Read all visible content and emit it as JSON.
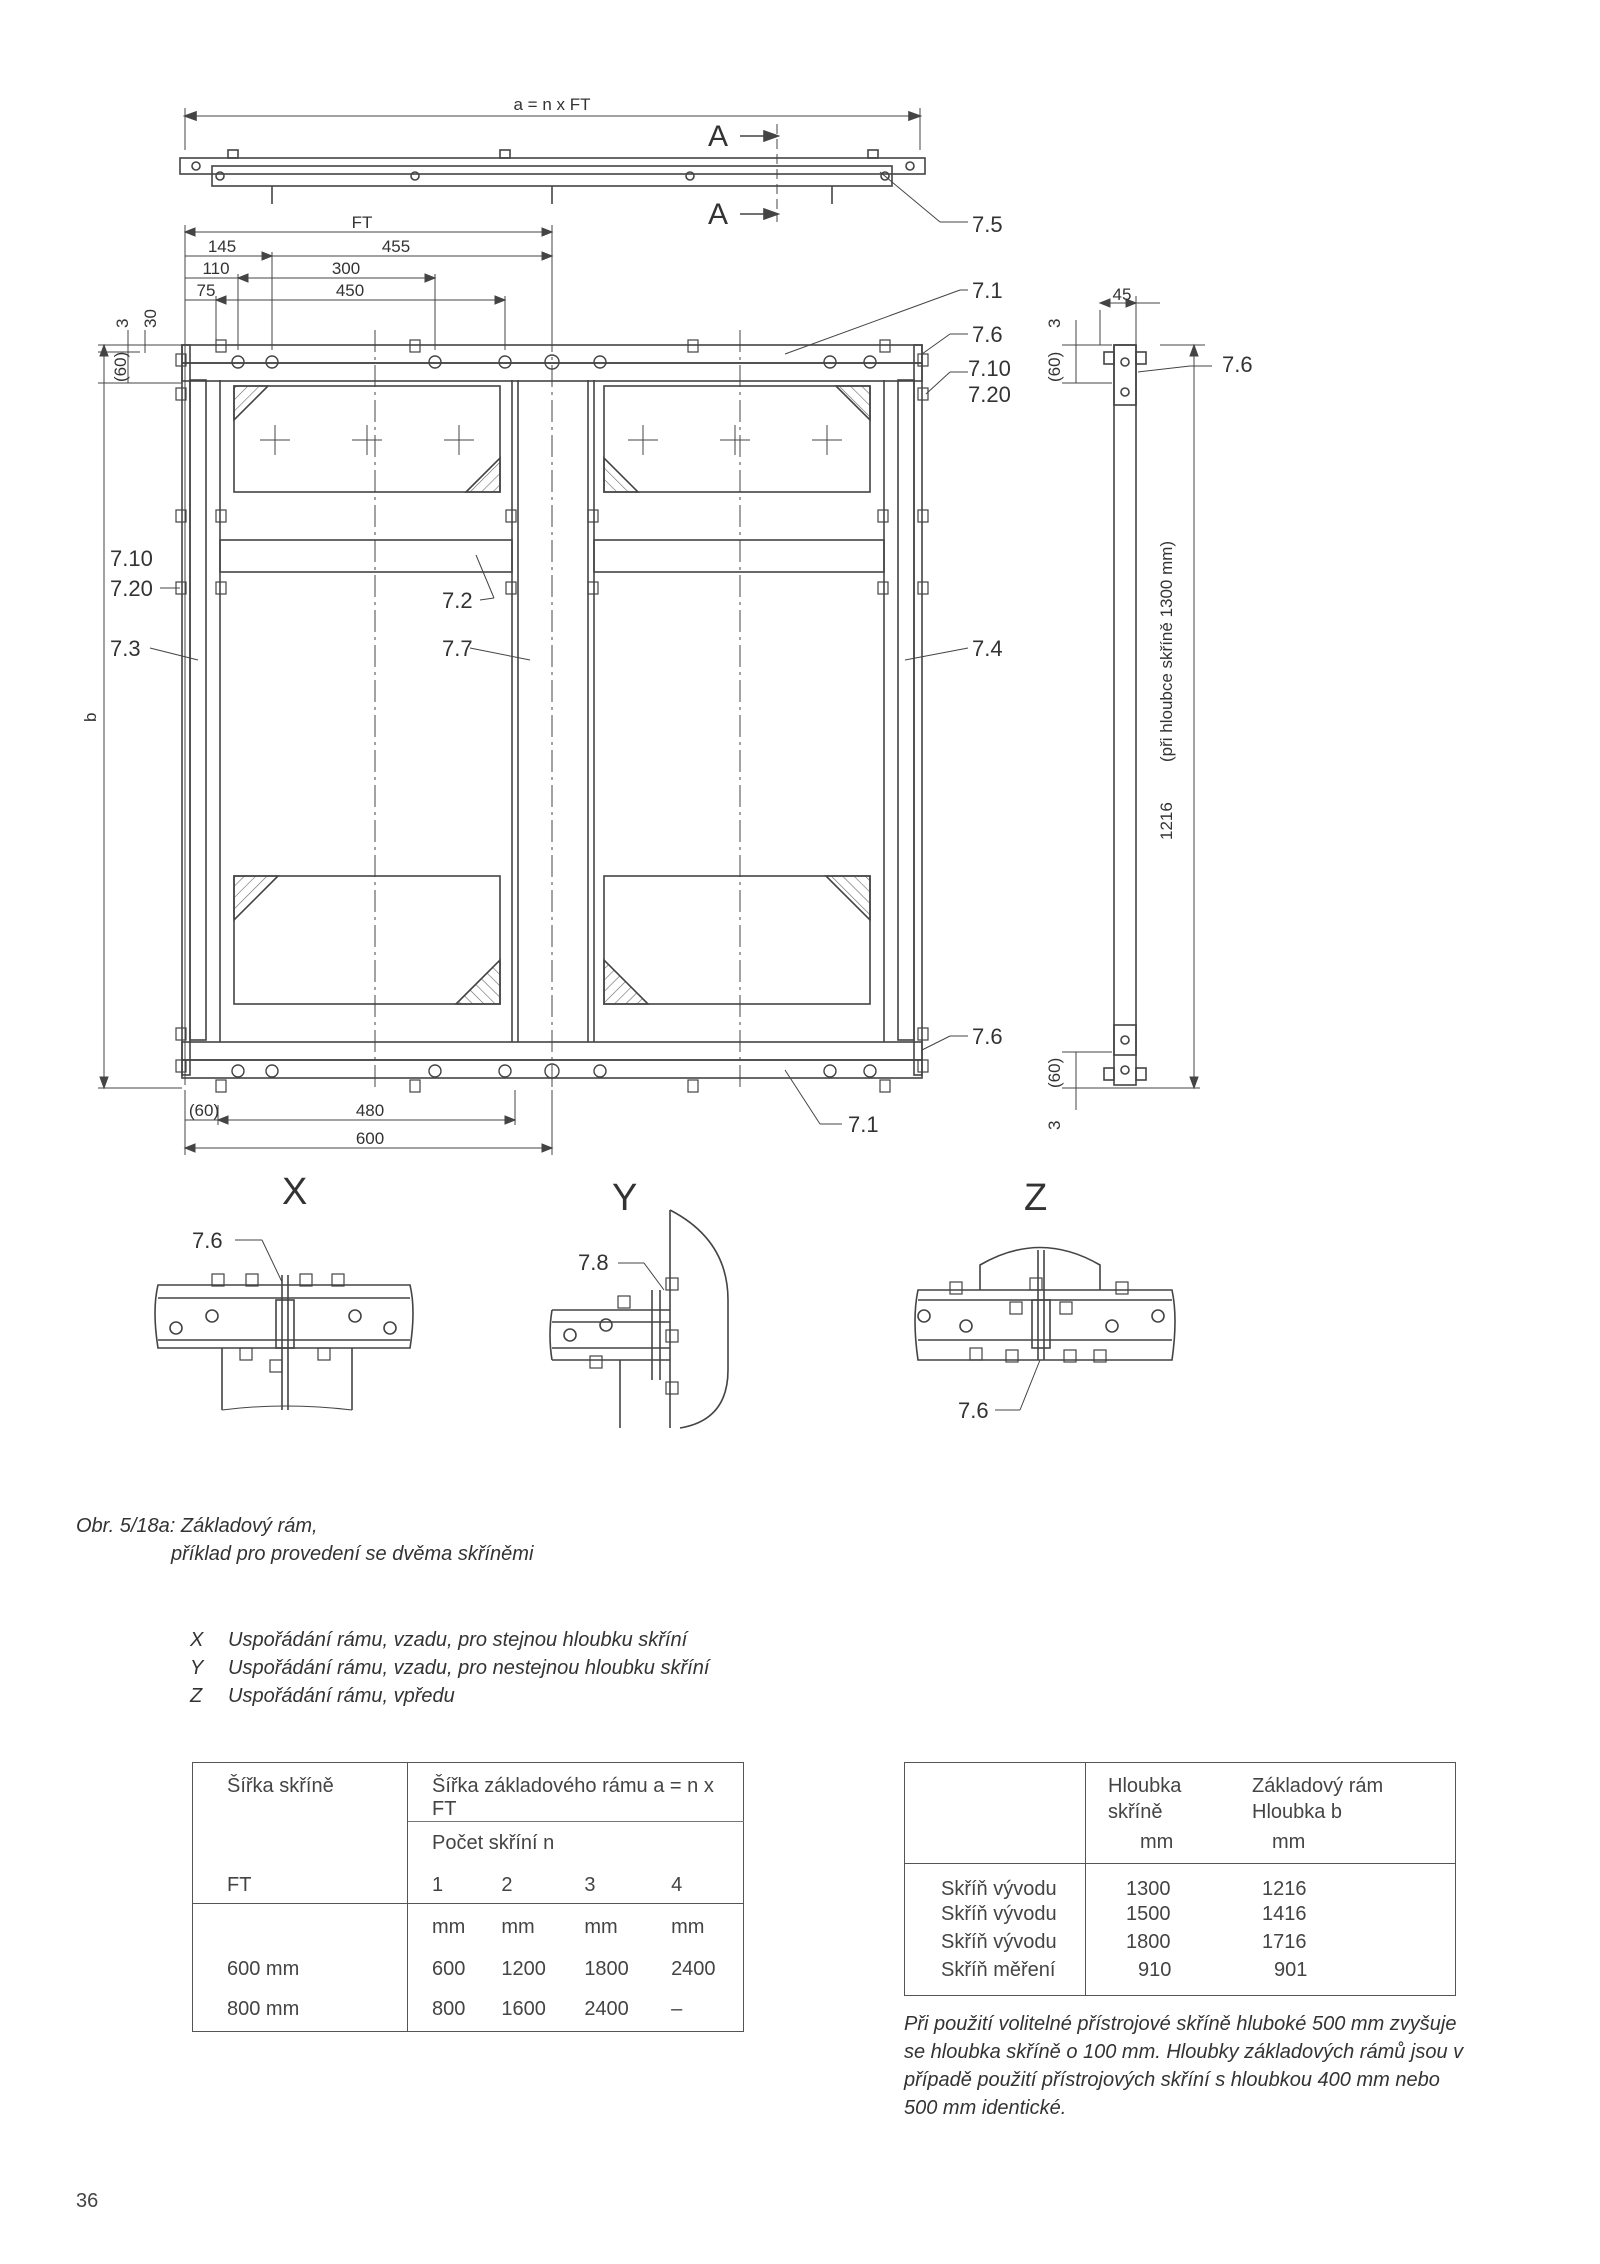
{
  "drawing": {
    "dim_a": "a = n x FT",
    "section_a_top": "A",
    "section_a_bottom": "A",
    "dim_ft": "FT",
    "dim_145": "145",
    "dim_455": "455",
    "dim_110": "110",
    "dim_300": "300",
    "dim_75": "75",
    "dim_450": "450",
    "dim_3_left": "3",
    "dim_30": "30",
    "dim_60_left_top": "(60)",
    "dim_b": "b",
    "dim_60_bottom": "(60)",
    "dim_480": "480",
    "dim_600": "600",
    "dim_45": "45",
    "dim_3_right_top": "3",
    "dim_60_right_top": "(60)",
    "dim_1216": "1216",
    "dim_depth_note": "(při hloubce skříně  1300 mm)",
    "dim_60_right_bottom": "(60)",
    "dim_3_right_bottom": "3",
    "labels": {
      "l75": "7.5",
      "l71_top": "7.1",
      "l76_top": "7.6",
      "l710_right": "7.10",
      "l720_right": "7.20",
      "l76_side": "7.6",
      "l710_left": "7.10",
      "l720_left": "7.20",
      "l72": "7.2",
      "l73": "7.3",
      "l77": "7.7",
      "l74": "7.4",
      "l76_bottom": "7.6",
      "l71_bottom": "7.1",
      "l76_x": "7.6",
      "l78_y": "7.8",
      "l76_z": "7.6"
    },
    "detail_x": "X",
    "detail_y": "Y",
    "detail_z": "Z"
  },
  "caption": {
    "line1": "Obr. 5/18a: Základový rám,",
    "line2": "příklad pro provedení se dvěma skříněmi"
  },
  "legend": [
    {
      "key": "X",
      "text": "Uspořádání rámu, vzadu, pro stejnou hloubku skříní"
    },
    {
      "key": "Y",
      "text": "Uspořádání rámu, vzadu, pro nestejnou hloubku skříní"
    },
    {
      "key": "Z",
      "text": "Uspořádání rámu, vpředu"
    }
  ],
  "table1": {
    "h_width": "Šířka skříně",
    "h_frame": "Šířka základového rámu a = n x FT",
    "h_count": "Počet skříní n",
    "h_ft": "FT",
    "counts": [
      "1",
      "2",
      "3",
      "4"
    ],
    "units": [
      "mm",
      "mm",
      "mm",
      "mm"
    ],
    "rows": [
      {
        "label": "600 mm",
        "values": [
          "600",
          "1200",
          "1800",
          "2400"
        ]
      },
      {
        "label": "800 mm",
        "values": [
          "800",
          "1600",
          "2400",
          "–"
        ]
      }
    ]
  },
  "table2": {
    "h_depth": "Hloubka skříně",
    "h_frame": "Základový rám Hloubka b",
    "unit1": "mm",
    "unit2": "mm",
    "rows": [
      {
        "label": "Skříň vývodu",
        "depth": "1300",
        "b": "1216"
      },
      {
        "label": "Skříň vývodu",
        "depth": "1500",
        "b": "1416"
      },
      {
        "label": "Skříň vývodu",
        "depth": "1800",
        "b": "1716"
      },
      {
        "label": "Skříň měření",
        "depth": "910",
        "b": "901"
      }
    ]
  },
  "note": "Při použití volitelné přístrojové skříně hluboké 500 mm zvyšuje se hloubka skříně o 100 mm. Hloubky základových rámů jsou v případě použití přístrojových skříní s hloubkou 400 mm nebo 500 mm identické.",
  "page_number": "36"
}
